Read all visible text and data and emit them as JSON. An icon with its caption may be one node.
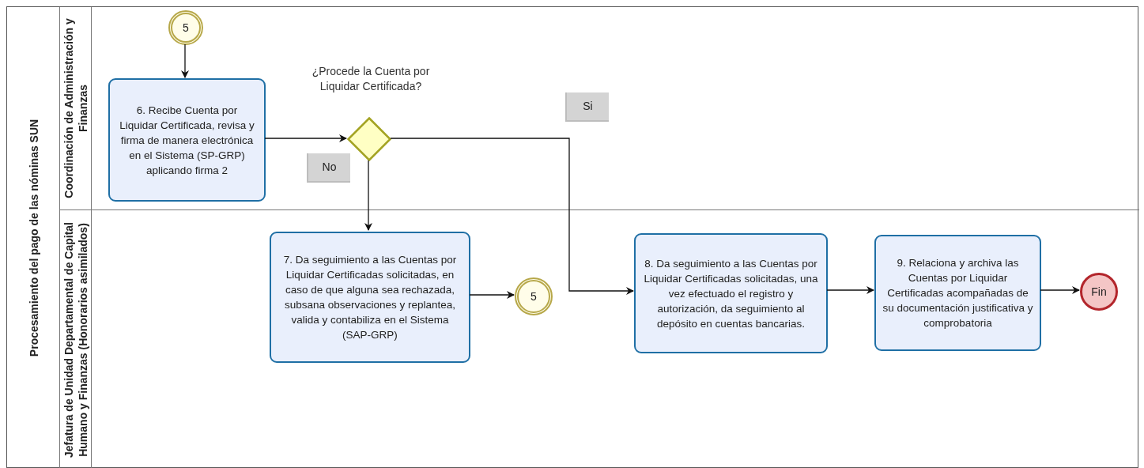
{
  "diagram": {
    "nodes": [
      {
        "text": [
          "Procesamiento del pago de las nóminas SUN"
        ]
      },
      {
        "text": [
          "Coordinación de Administración y Finanzas"
        ],
        "in": 0
      },
      {
        "text": [
          "Jefatura de Unidad Departamental de Capital Humano y Finanzas (Honorarios asimilados)"
        ],
        "in": 0
      },
      {
        "text": [
          "5"
        ],
        "in": 1
      },
      {
        "text": [
          "6. Recibe Cuenta por Liquidar Certificada, revisa y firma de manera electrónica en el Sistema (SP-GRP) aplicando firma 2"
        ],
        "in": 1
      },
      {
        "text": [],
        "shape": "diamond",
        "beside": [
          "¿Procede la Cuenta por Liquidar Certificada?"
        ],
        "in": 1
      },
      {
        "text": [
          "7. Da seguimiento a las Cuentas por Liquidar Certificadas solicitadas, en caso de que alguna sea rechazada, subsana observaciones y replantea, valida y contabiliza en el Sistema (SAP-GRP)"
        ],
        "in": 2
      },
      {
        "text": [
          "5"
        ],
        "in": 2
      },
      {
        "text": [
          "8. Da seguimiento a las Cuentas por Liquidar Certificadas solicitadas, una vez efectuado el registro y autorización, da seguimiento al depósito en cuentas bancarias."
        ],
        "in": 2
      },
      {
        "text": [
          "9. Relaciona y archiva las Cuentas por Liquidar Certificadas acompañadas de su documentación justificativa y comprobatoria"
        ],
        "in": 2
      },
      {
        "text": [
          "Fin"
        ],
        "in": 2
      }
    ],
    "edges": [
      {
        "from": 3,
        "to": 4,
        "arrow": "to"
      },
      {
        "from": 4,
        "to": 5,
        "arrow": "to"
      },
      {
        "from": 5,
        "to": 6,
        "arrow": "to",
        "label": "No"
      },
      {
        "from": 5,
        "to": 8,
        "arrow": "to",
        "label": "Si"
      },
      {
        "from": 6,
        "to": 7,
        "arrow": "to"
      },
      {
        "from": 8,
        "to": 9,
        "arrow": "to"
      },
      {
        "from": 9,
        "to": 10,
        "arrow": "to"
      }
    ]
  }
}
